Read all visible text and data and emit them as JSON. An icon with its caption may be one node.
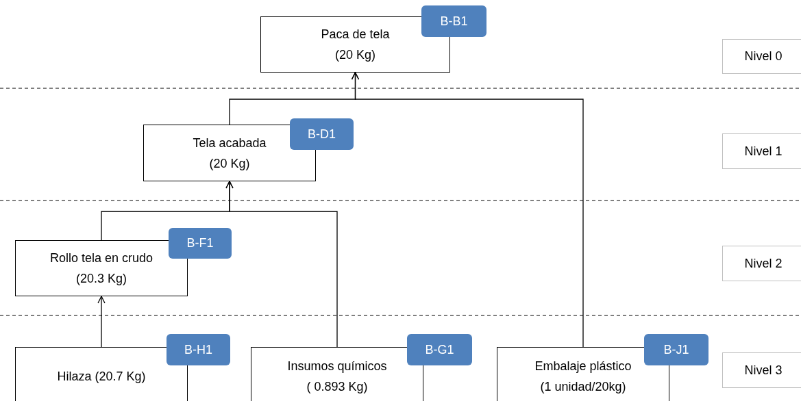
{
  "diagram": {
    "nodes": [
      {
        "text": [
          "Paca de tela",
          "(20 Kg)"
        ]
      },
      {
        "text": [
          "B-B1"
        ]
      },
      {
        "text": [
          "Tela acabada",
          "(20 Kg)"
        ]
      },
      {
        "text": [
          "B-D1"
        ]
      },
      {
        "text": [
          "Rollo tela en crudo",
          "(20.3 Kg)"
        ]
      },
      {
        "text": [
          "B-F1"
        ]
      },
      {
        "text": [
          "Hilaza (20.7 Kg)"
        ]
      },
      {
        "text": [
          "B-H1"
        ]
      },
      {
        "text": [
          "Insumos químicos",
          "( 0.893 Kg)"
        ]
      },
      {
        "text": [
          "B-G1"
        ]
      },
      {
        "text": [
          "Embalaje plástico",
          "(1 unidad/20kg)"
        ]
      },
      {
        "text": [
          "B-J1"
        ]
      },
      {
        "text": [
          "Nivel 0"
        ]
      },
      {
        "text": [
          "Nivel 1"
        ]
      },
      {
        "text": [
          "Nivel 2"
        ]
      },
      {
        "text": [
          "Nivel 3"
        ]
      }
    ],
    "edges": [
      {
        "from": 2,
        "to": 0,
        "arrow": "to"
      },
      {
        "from": 10,
        "to": 0,
        "arrow": "to"
      },
      {
        "from": 4,
        "to": 2,
        "arrow": "to"
      },
      {
        "from": 8,
        "to": 2,
        "arrow": "to"
      },
      {
        "from": 6,
        "to": 4,
        "arrow": "to"
      }
    ]
  }
}
